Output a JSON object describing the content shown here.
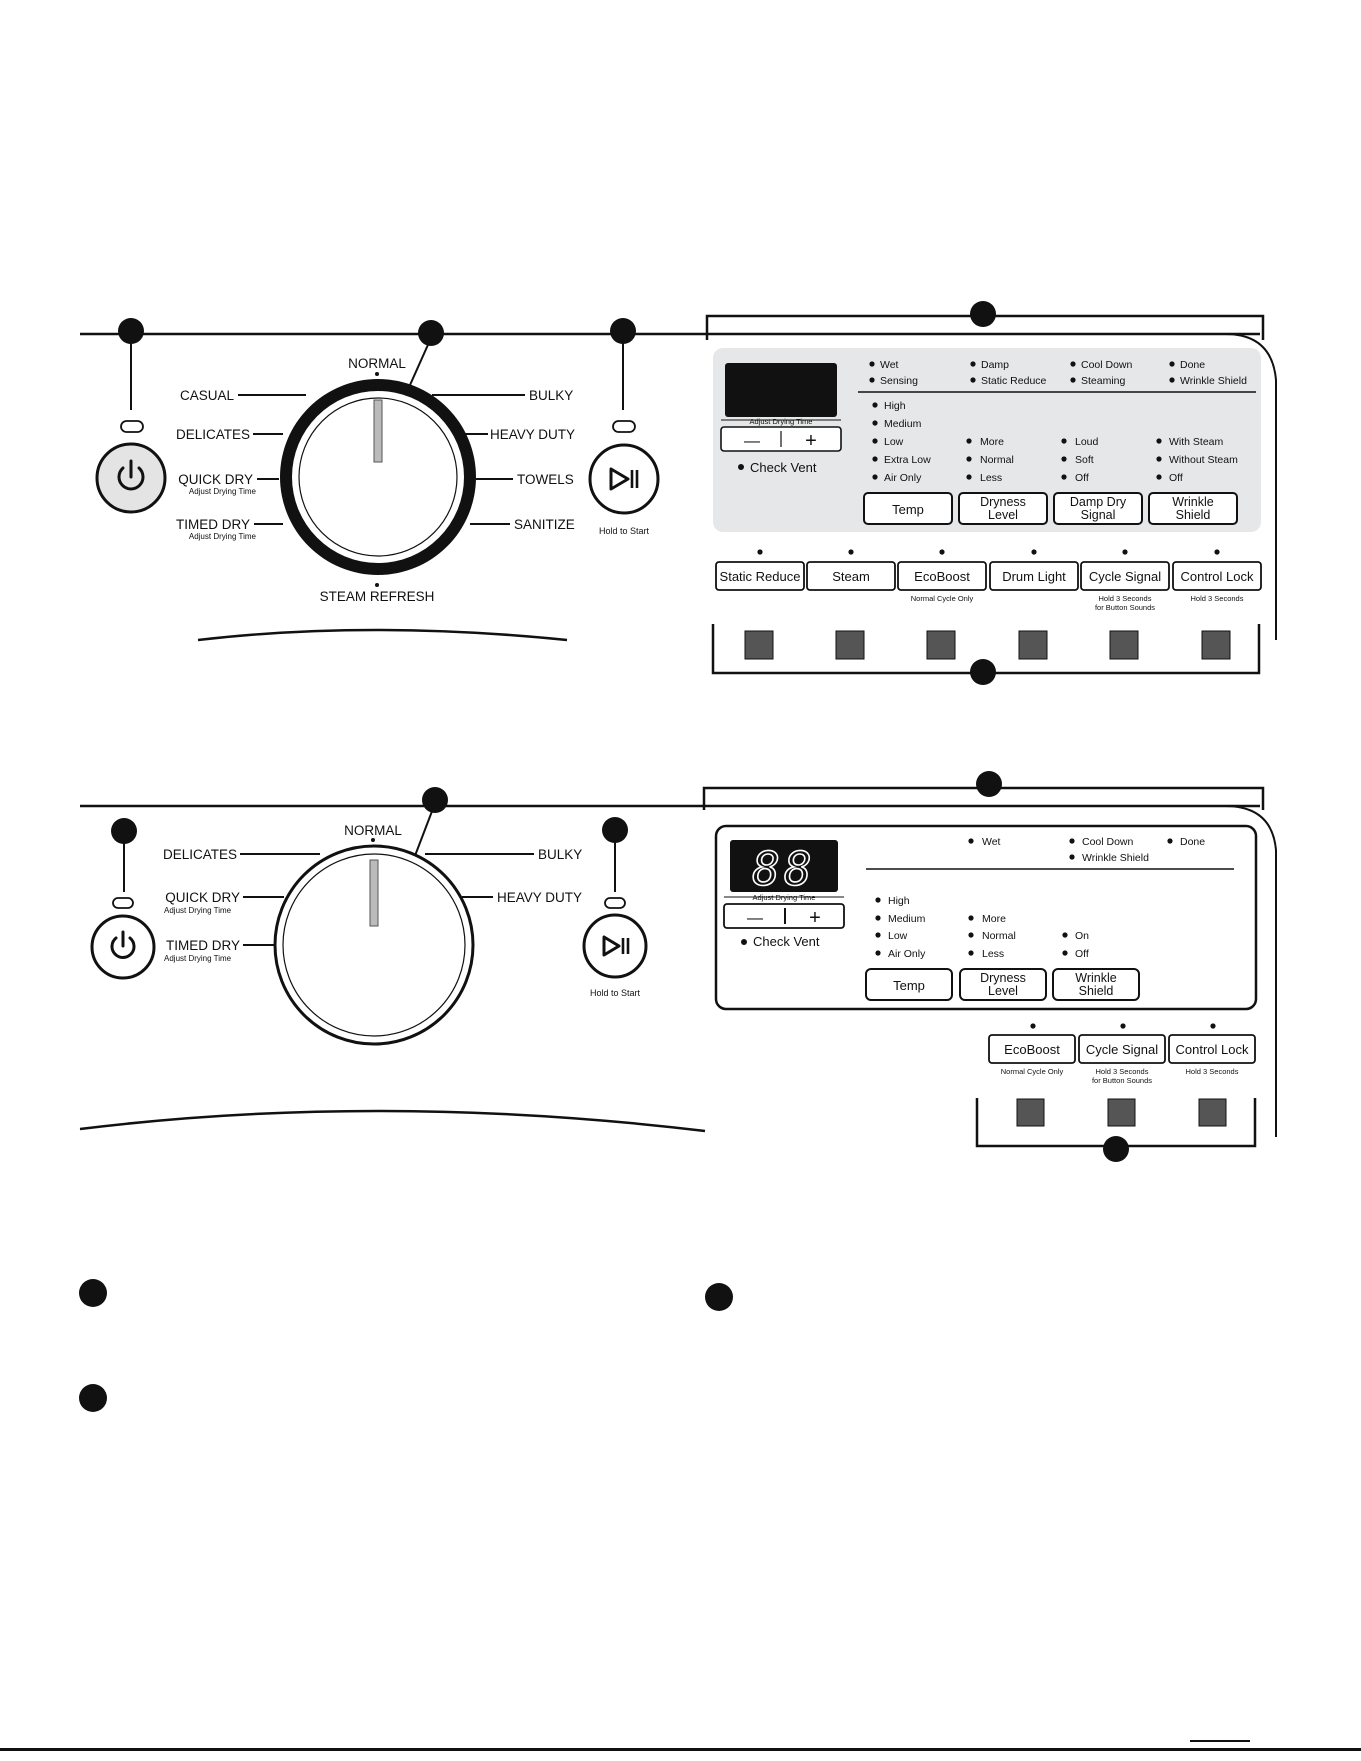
{
  "panel_top": {
    "cycles": {
      "normal": "NORMAL",
      "casual": "CASUAL",
      "delicates": "DELICATES",
      "quick_dry": "QUICK DRY",
      "quick_dry_sub": "Adjust Drying Time",
      "timed_dry": "TIMED DRY",
      "timed_dry_sub": "Adjust Drying Time",
      "bulky": "BULKY",
      "heavy_duty": "HEAVY DUTY",
      "towels": "TOWELS",
      "sanitize": "SANITIZE",
      "steam_refresh": "STEAM REFRESH"
    },
    "start_caption": "Hold to Start",
    "display": {
      "caption": "Adjust Drying Time",
      "minus": "—",
      "plus": "+",
      "check_vent": "Check Vent"
    },
    "status": [
      "Wet",
      "Sensing",
      "Damp",
      "Static Reduce",
      "Cool Down",
      "Steaming",
      "Done",
      "Wrinkle Shield"
    ],
    "temp_options": [
      "High",
      "Medium",
      "Low",
      "Extra Low",
      "Air Only"
    ],
    "dryness_options": [
      "More",
      "Normal",
      "Less"
    ],
    "signal_options": [
      "Loud",
      "Soft",
      "Off"
    ],
    "wrinkle_options": [
      "With Steam",
      "Without Steam",
      "Off"
    ],
    "buttons": {
      "temp": "Temp",
      "dryness_1": "Dryness",
      "dryness_2": "Level",
      "damp_1": "Damp Dry",
      "damp_2": "Signal",
      "wrinkle_1": "Wrinkle",
      "wrinkle_2": "Shield"
    },
    "option_buttons": [
      "Static Reduce",
      "Steam",
      "EcoBoost",
      "Drum Light",
      "Cycle Signal",
      "Control Lock"
    ],
    "option_captions": {
      "ecoboost": "Normal Cycle Only",
      "cycle_signal_1": "Hold 3 Seconds",
      "cycle_signal_2": "for Button Sounds",
      "control_lock": "Hold 3 Seconds"
    }
  },
  "panel_bottom": {
    "cycles": {
      "normal": "NORMAL",
      "delicates": "DELICATES",
      "quick_dry": "QUICK DRY",
      "quick_dry_sub": "Adjust Drying Time",
      "timed_dry": "TIMED DRY",
      "timed_dry_sub": "Adjust Drying Time",
      "bulky": "BULKY",
      "heavy_duty": "HEAVY DUTY"
    },
    "start_caption": "Hold to Start",
    "display": {
      "digits": "88",
      "caption": "Adjust Drying Time",
      "minus": "—",
      "plus": "+",
      "check_vent": "Check Vent"
    },
    "status": [
      "Wet",
      "Cool Down",
      "Wrinkle Shield",
      "Done"
    ],
    "temp_options": [
      "High",
      "Medium",
      "Low",
      "Air Only"
    ],
    "dryness_options": [
      "More",
      "Normal",
      "Less"
    ],
    "wrinkle_options": [
      "On",
      "Off"
    ],
    "buttons": {
      "temp": "Temp",
      "dryness_1": "Dryness",
      "dryness_2": "Level",
      "wrinkle_1": "Wrinkle",
      "wrinkle_2": "Shield"
    },
    "option_buttons": [
      "EcoBoost",
      "Cycle Signal",
      "Control Lock"
    ],
    "option_captions": {
      "ecoboost": "Normal Cycle Only",
      "cycle_signal_1": "Hold 3 Seconds",
      "cycle_signal_2": "for Button Sounds",
      "control_lock": "Hold 3 Seconds"
    }
  },
  "colors": {
    "ink": "#111111",
    "panel_gray": "#e6e7e8",
    "key_gray": "#555555",
    "knob_ring_gray": "#aaaaaa",
    "button_face": "#e4e4e4"
  }
}
